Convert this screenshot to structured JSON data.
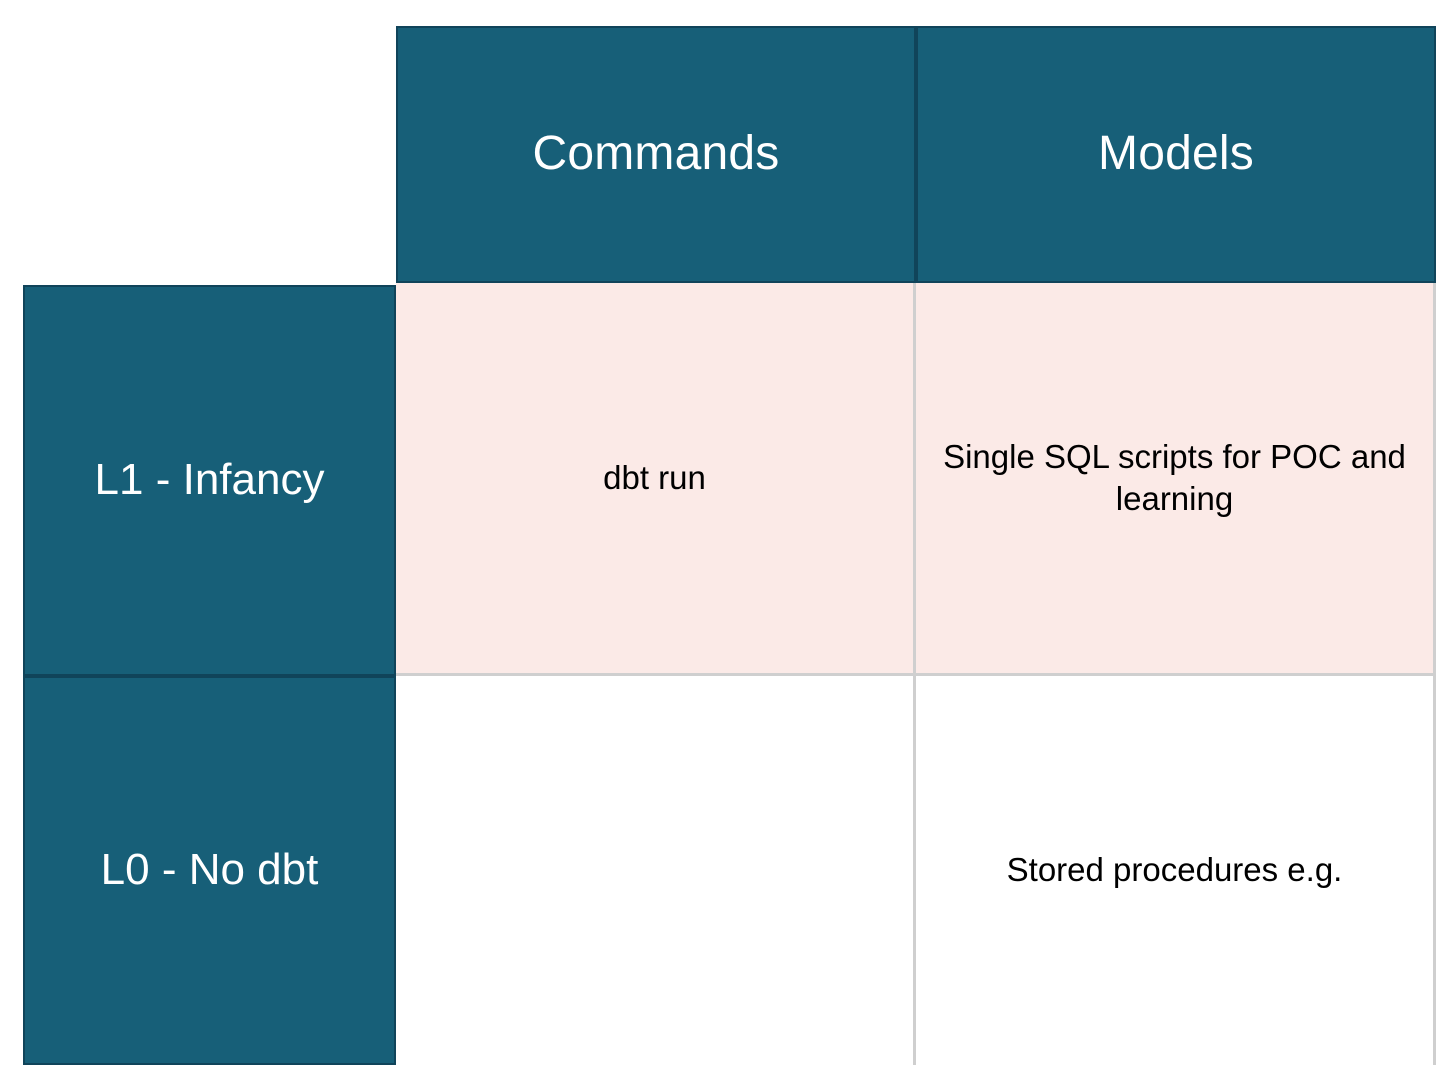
{
  "matrix": {
    "corner_label": "",
    "columns": [
      {
        "id": "commands",
        "label": "Commands"
      },
      {
        "id": "models",
        "label": "Models"
      }
    ],
    "rows": [
      {
        "id": "l1",
        "label": "L1 - Infancy",
        "tint": "pink",
        "cells": [
          {
            "column": "commands",
            "text": "dbt run"
          },
          {
            "column": "models",
            "text": "Single SQL scripts for POC and learning"
          }
        ]
      },
      {
        "id": "l0",
        "label": "L0 - No dbt",
        "tint": "none",
        "cells": [
          {
            "column": "commands",
            "text": ""
          },
          {
            "column": "models",
            "text": "Stored procedures e.g."
          }
        ]
      }
    ]
  },
  "colors": {
    "header_fill": "#175F78",
    "header_border": "#10445A",
    "header_text": "#FFFFFF",
    "row_tint_pink": "#FBEAE7",
    "row_tint_none": "#FFFFFF",
    "grid_line": "#CFCFCF",
    "body_text": "#000000",
    "page_background": "#FFFFFF"
  }
}
